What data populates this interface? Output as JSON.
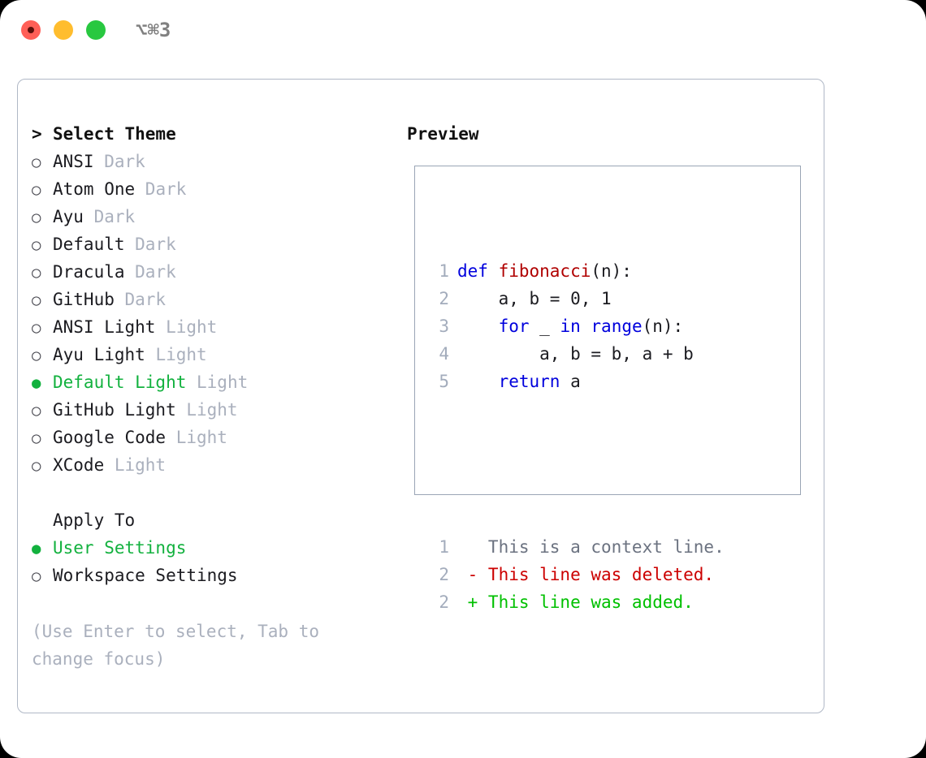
{
  "titlebar": {
    "shortcut": "⌥⌘3",
    "buttons": [
      "close",
      "minimize",
      "maximize"
    ]
  },
  "theme_list": {
    "header_marker": ">",
    "header_label": "Select Theme",
    "marker_unselected": "○",
    "marker_selected": "●",
    "items": [
      {
        "marker": "○",
        "label": "ANSI",
        "suffix": "Dark",
        "selected": false
      },
      {
        "marker": "○",
        "label": "Atom One",
        "suffix": "Dark",
        "selected": false
      },
      {
        "marker": "○",
        "label": "Ayu",
        "suffix": "Dark",
        "selected": false
      },
      {
        "marker": "○",
        "label": "Default",
        "suffix": "Dark",
        "selected": false
      },
      {
        "marker": "○",
        "label": "Dracula",
        "suffix": "Dark",
        "selected": false
      },
      {
        "marker": "○",
        "label": "GitHub",
        "suffix": "Dark",
        "selected": false
      },
      {
        "marker": "○",
        "label": "ANSI Light",
        "suffix": "Light",
        "selected": false
      },
      {
        "marker": "○",
        "label": "Ayu Light",
        "suffix": "Light",
        "selected": false
      },
      {
        "marker": "●",
        "label": "Default Light",
        "suffix": "Light",
        "selected": true
      },
      {
        "marker": "○",
        "label": "GitHub Light",
        "suffix": "Light",
        "selected": false
      },
      {
        "marker": "○",
        "label": "Google Code",
        "suffix": "Light",
        "selected": false
      },
      {
        "marker": "○",
        "label": "XCode",
        "suffix": "Light",
        "selected": false
      }
    ]
  },
  "apply_to": {
    "header_label": "Apply To",
    "items": [
      {
        "marker": "●",
        "label": "User Settings",
        "selected": true
      },
      {
        "marker": "○",
        "label": "Workspace Settings",
        "selected": false
      }
    ]
  },
  "hint": {
    "line1": "(Use Enter to select, Tab to",
    "line2": "change focus)"
  },
  "preview": {
    "title": "Preview",
    "code_lines": [
      {
        "no": "1",
        "tokens": [
          {
            "t": "def ",
            "c": "kw"
          },
          {
            "t": "fibonacci",
            "c": "fn"
          },
          {
            "t": "(n):",
            "c": "ctext"
          }
        ]
      },
      {
        "no": "2",
        "tokens": [
          {
            "t": "    a, b = 0, 1",
            "c": "ctext"
          }
        ]
      },
      {
        "no": "3",
        "tokens": [
          {
            "t": "    ",
            "c": "ctext"
          },
          {
            "t": "for",
            "c": "kw"
          },
          {
            "t": " _ ",
            "c": "ctext"
          },
          {
            "t": "in",
            "c": "kw"
          },
          {
            "t": " ",
            "c": "ctext"
          },
          {
            "t": "range",
            "c": "kw"
          },
          {
            "t": "(n):",
            "c": "ctext"
          }
        ]
      },
      {
        "no": "4",
        "tokens": [
          {
            "t": "        a, b = b, a + b",
            "c": "ctext"
          }
        ]
      },
      {
        "no": "5",
        "tokens": [
          {
            "t": "    ",
            "c": "ctext"
          },
          {
            "t": "return",
            "c": "kw"
          },
          {
            "t": " a",
            "c": "ctext"
          }
        ]
      }
    ],
    "diff_lines": [
      {
        "no": "1",
        "tokens": [
          {
            "t": "   This is a context line.",
            "c": "ctx"
          }
        ]
      },
      {
        "no": "2",
        "tokens": [
          {
            "t": " - This line was deleted.",
            "c": "del"
          }
        ]
      },
      {
        "no": "2",
        "tokens": [
          {
            "t": " + This line was added.",
            "c": "add"
          }
        ]
      }
    ]
  },
  "colors": {
    "accent_green": "#12b13e",
    "keyword_blue": "#0000dd",
    "function_red": "#b00000",
    "diff_deleted": "#cc0000",
    "diff_added": "#00c000",
    "muted_grey": "#aab0bd",
    "border": "#b0b8c6"
  }
}
